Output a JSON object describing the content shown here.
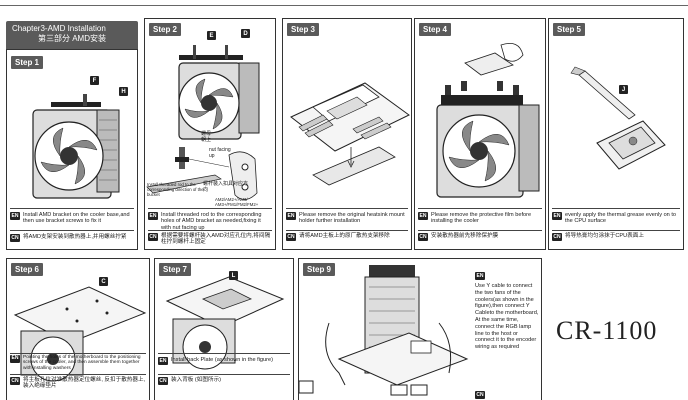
{
  "header": {
    "chapter_en": "Chapter3-AMD Installation",
    "chapter_cn": "第三部分  AMD安装"
  },
  "steps": {
    "s1": {
      "badge": "Step 1",
      "en": "Install AMD bracket on the cooler base,and then use bracket screws to fix it",
      "cn": "将AMD支架安装到散热器上,并用螺丝拧紧",
      "markers": [
        "F",
        "H"
      ]
    },
    "s2": {
      "badge": "Step 2",
      "en": "Install threaded rod to the corresponding holes of AMD bracket as needed,fixing it with nut facing up",
      "cn": "根据需要将螺杆装入AMD对应孔位内,将间隔柱拧到螺杆上固定",
      "markers": [
        "E",
        "D"
      ],
      "notes": {
        "nut": "nut facing up",
        "cn_nut": "螺母朝上",
        "thread": "Install threaded rod to the corresponding direction of the bucket",
        "cn_thread": "螺杆装入扣具对应方向",
        "sockets": "AM2/AM2+/AM3/ AM3+/FM1/FM2/FM2+"
      }
    },
    "s3": {
      "badge": "Step 3",
      "en": "Please remove the original heatsink mount holder further installation",
      "cn": "请将AMD主板上的原厂散热支架移除"
    },
    "s4": {
      "badge": "Step 4",
      "en": "Please remove the protective film before installing the cooler",
      "cn": "安装散热器前先移除保护膜"
    },
    "s5": {
      "badge": "Step 5",
      "en": "evenly apply the thermal grease evenly on to the CPU surface",
      "cn": "将导热膏均匀涂抹于CPU表面上",
      "markers": [
        "J"
      ]
    },
    "s6": {
      "badge": "Step 6",
      "en": "Pointing the holes of the motherboard to the positioning screws of the cooler, and then assemble them together with installing washers",
      "cn": "将主板孔位对准散热器定位螺丝, 反扣于散热器上, 装入绝缘垫片",
      "markers": [
        "C"
      ]
    },
    "s7": {
      "badge": "Step 7",
      "en": "Install back Plate  (as shown in the figure)",
      "cn": "装入背板 (如图所示)",
      "markers": [
        "L"
      ]
    },
    "s9": {
      "badge": "Step 9",
      "en_tag": "EN",
      "en": "Use Y cable to connect the two fans of the coolers(as shown in the figure),then connect Y Cableto the motherboard, At the same time, connect the RGB lamp line to the host or connect it to the encoder wiring as required",
      "cn_tag": "CN"
    }
  },
  "lang": {
    "en": "EN",
    "cn": "CN"
  },
  "model": "CR-1100"
}
